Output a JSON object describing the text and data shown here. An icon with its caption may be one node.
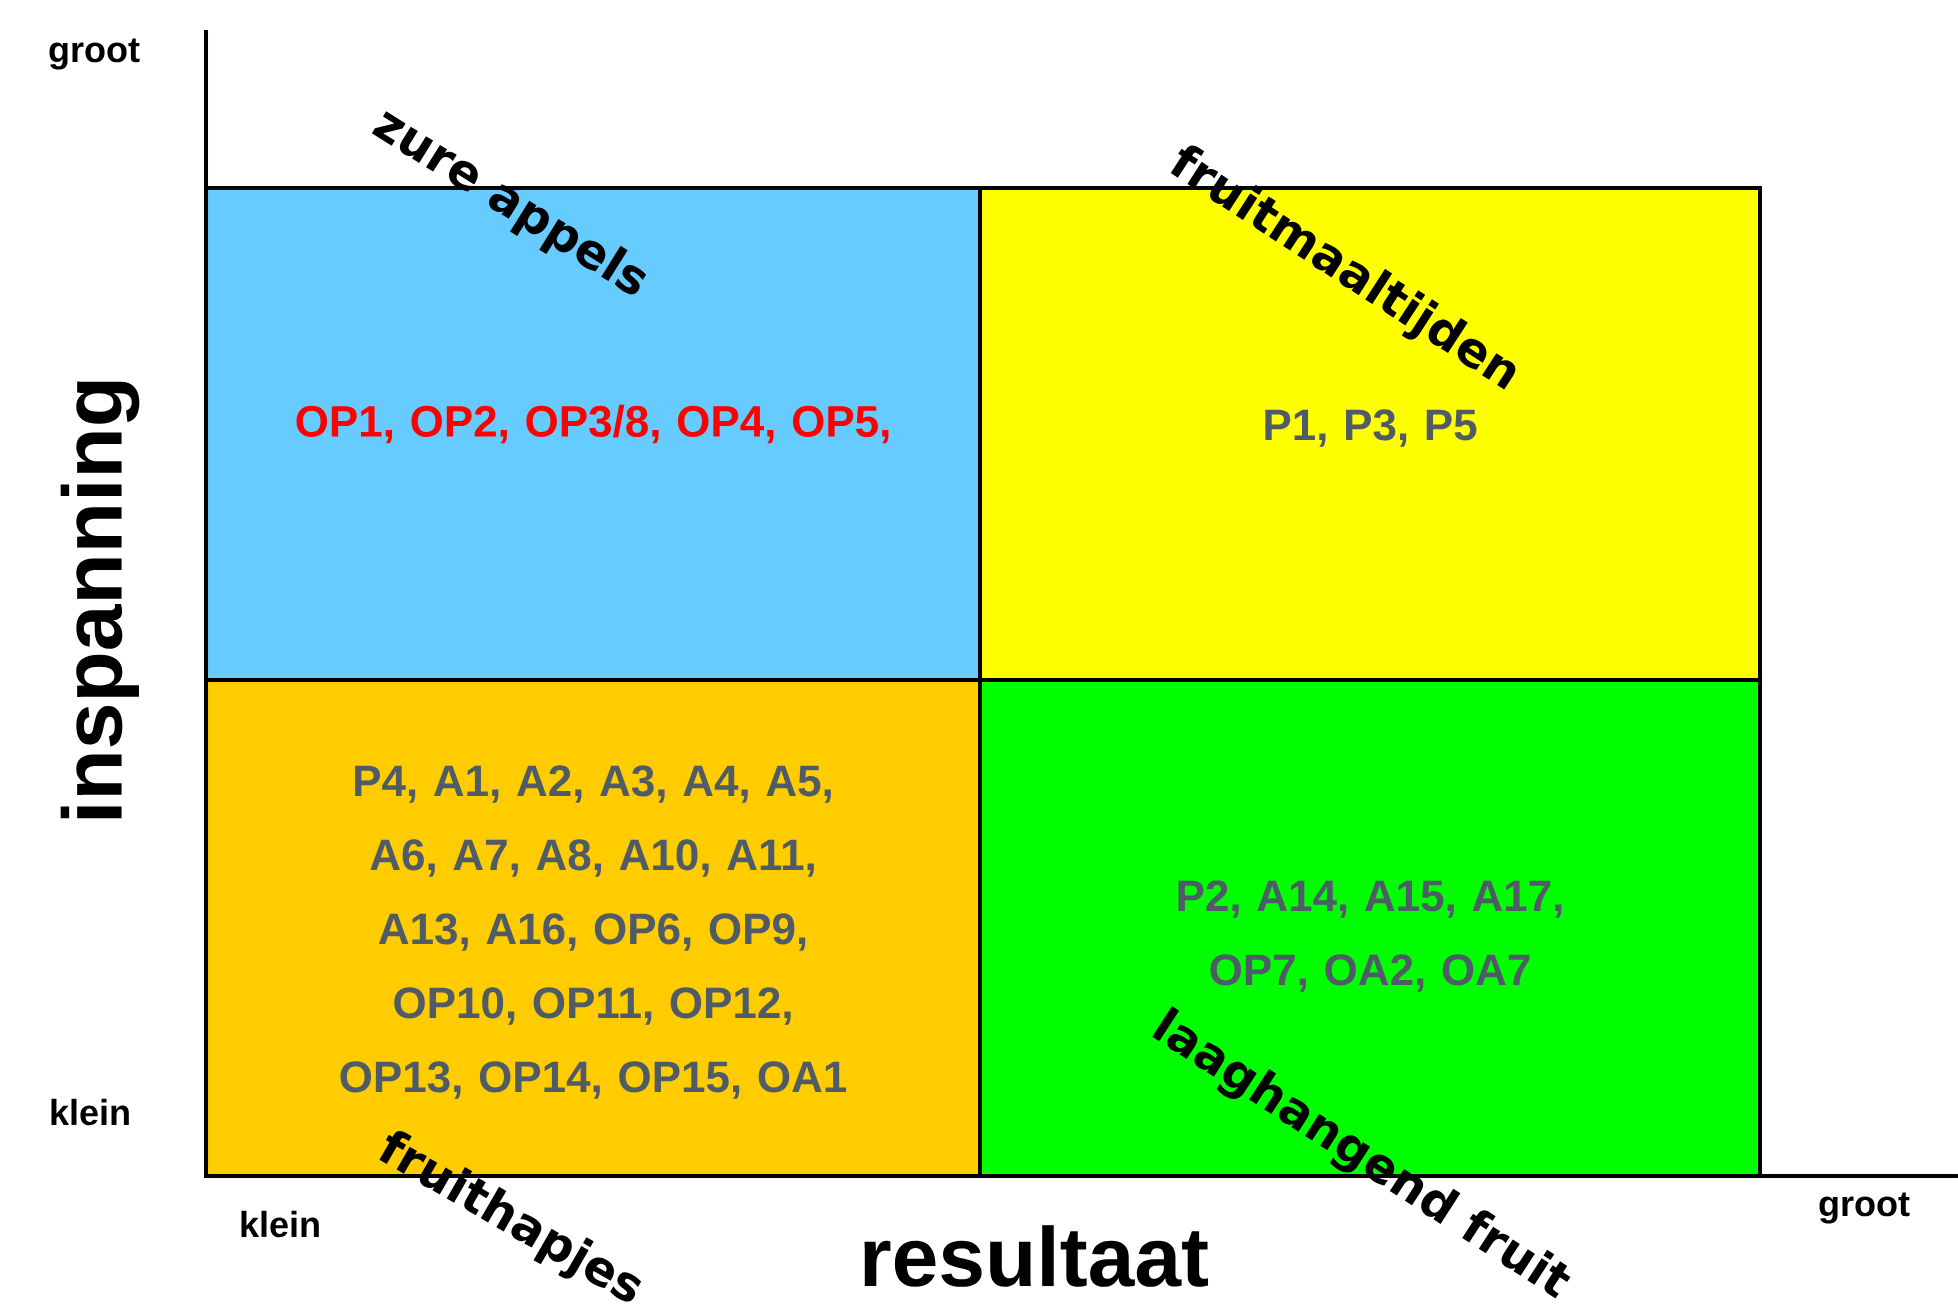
{
  "diagram": {
    "nodes": [
      {
        "text": [
          "zure appels",
          "OP1, OP2, OP3/8, OP4, OP5,"
        ]
      },
      {
        "text": [
          "fruitmaaltijden",
          "P1, P3, P5"
        ]
      },
      {
        "text": [
          "fruithapjes",
          "P4, A1, A2, A3, A4, A5, A6, A7, A8, A10, A11, A13, A16, OP6, OP9, OP10, OP11, OP12, OP13, OP14, OP15, OA1"
        ]
      },
      {
        "text": [
          "laaghangend fruit",
          "P2, A14, A15, A17, OP7, OA2, OA7"
        ]
      }
    ],
    "labels": [
      "groot",
      "inspanning",
      "klein",
      "klein",
      "resultaat",
      "groot"
    ]
  }
}
